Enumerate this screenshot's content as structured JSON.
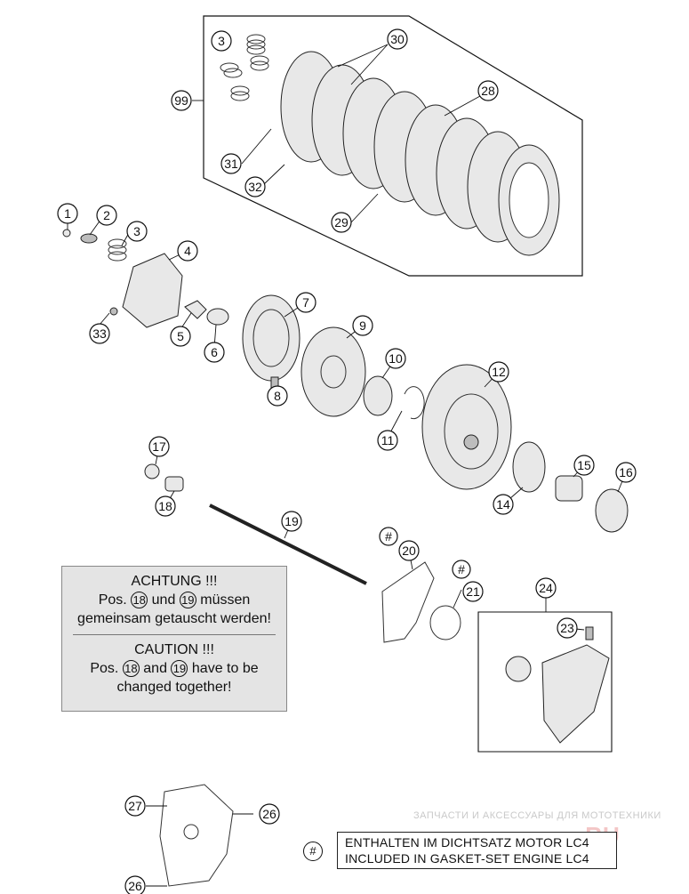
{
  "callouts": {
    "c1": "1",
    "c2": "2",
    "c3a": "3",
    "c3b": "3",
    "c4": "4",
    "c5": "5",
    "c6": "6",
    "c7": "7",
    "c8": "8",
    "c9": "9",
    "c10": "10",
    "c11": "11",
    "c12": "12",
    "c14": "14",
    "c15": "15",
    "c16": "16",
    "c17": "17",
    "c18": "18",
    "c19": "19",
    "c20": "20",
    "c21": "21",
    "c23": "23",
    "c24": "24",
    "c26a": "26",
    "c26b": "26",
    "c27": "27",
    "c28": "28",
    "c29": "29",
    "c30": "30",
    "c31": "31",
    "c32": "32",
    "c33": "33",
    "c99": "99",
    "hash": "#"
  },
  "notice": {
    "de_title": "ACHTUNG !!!",
    "de_pos": "Pos.",
    "de_ref1": "18",
    "de_und": "und",
    "de_ref2": "19",
    "de_tail": "müssen",
    "de_line3": "gemeinsam getauscht werden!",
    "en_title": "CAUTION !!!",
    "en_pos": "Pos.",
    "en_ref1": "18",
    "en_and": "and",
    "en_ref2": "19",
    "en_tail": "have to be",
    "en_line3": "changed together!"
  },
  "gasket_note": {
    "line1": "ENTHALTEN IM DICHTSATZ MOTOR LC4",
    "line2": "INCLUDED IN GASKET-SET ENGINE LC4",
    "symbol": "#"
  },
  "watermark": {
    "text": "ЗАПЧАСТИ И АКСЕССУАРЫ ДЛЯ МОТОТЕХНИКИ",
    "logo": ".RU"
  }
}
